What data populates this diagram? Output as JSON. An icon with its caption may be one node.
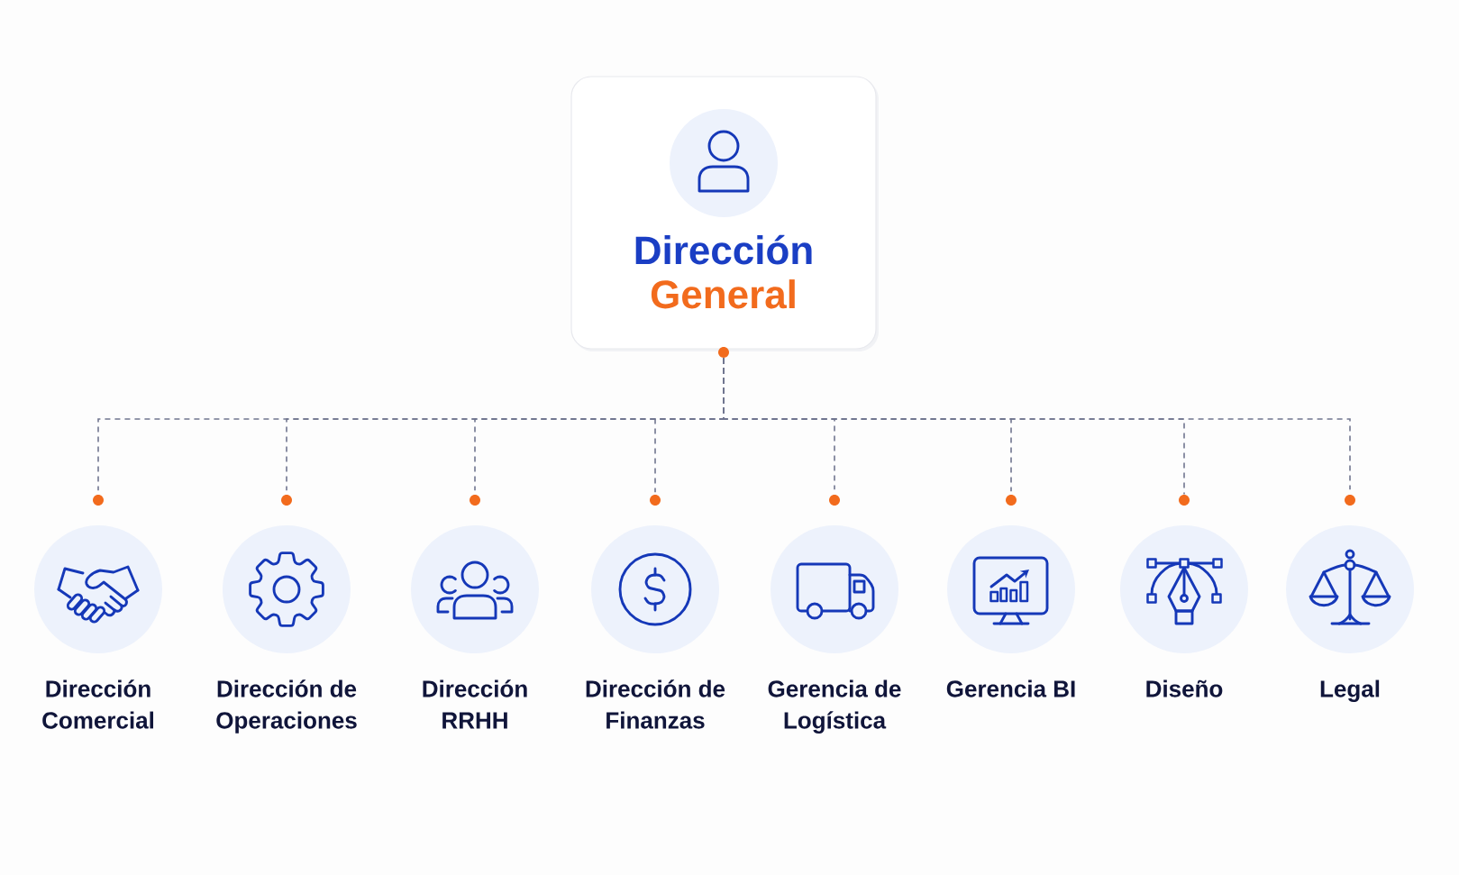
{
  "diagram": {
    "nodes": [
      {
        "text": [
          "Dirección",
          "General"
        ]
      },
      {
        "text": [
          "Dirección Comercial"
        ]
      },
      {
        "text": [
          "Dirección de Operaciones"
        ]
      },
      {
        "text": [
          "Dirección RRHH"
        ]
      },
      {
        "text": [
          "Dirección de Finanzas"
        ]
      },
      {
        "text": [
          "Gerencia de Logística"
        ]
      },
      {
        "text": [
          "Gerencia BI"
        ]
      },
      {
        "text": [
          "Diseño"
        ]
      },
      {
        "text": [
          "Legal"
        ]
      }
    ],
    "edges": [
      {
        "from": 0,
        "to": 1,
        "arrow": "none",
        "style": "dashed"
      },
      {
        "from": 0,
        "to": 2,
        "arrow": "none",
        "style": "dashed"
      },
      {
        "from": 0,
        "to": 3,
        "arrow": "none",
        "style": "dashed"
      },
      {
        "from": 0,
        "to": 4,
        "arrow": "none",
        "style": "dashed"
      },
      {
        "from": 0,
        "to": 5,
        "arrow": "none",
        "style": "dashed"
      },
      {
        "from": 0,
        "to": 6,
        "arrow": "none",
        "style": "dashed"
      },
      {
        "from": 0,
        "to": 7,
        "arrow": "none",
        "style": "dashed"
      },
      {
        "from": 0,
        "to": 8,
        "arrow": "none",
        "style": "dashed"
      }
    ]
  }
}
